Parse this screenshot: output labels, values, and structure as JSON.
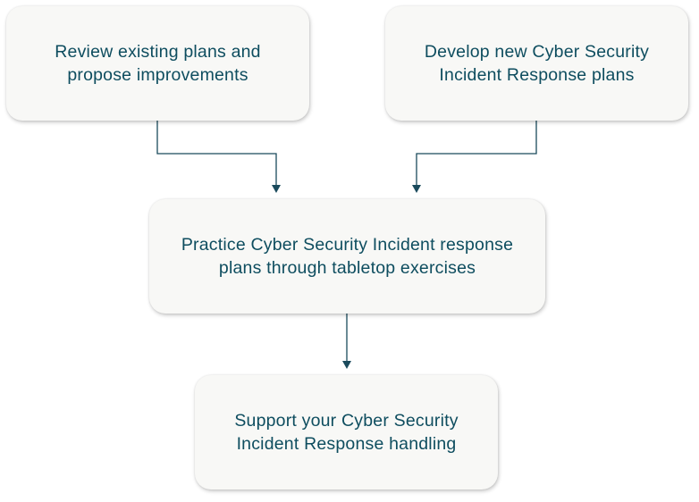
{
  "diagram": {
    "nodes": {
      "review": "Review existing plans and\npropose improvements",
      "develop": "Develop new Cyber Security\nIncident Response plans",
      "practice": "Practice Cyber Security Incident response\nplans through tabletop exercises",
      "support": "Support your Cyber Security\nIncident Response handling"
    },
    "edges": [
      {
        "from": "review",
        "to": "practice"
      },
      {
        "from": "develop",
        "to": "practice"
      },
      {
        "from": "practice",
        "to": "support"
      }
    ],
    "colors": {
      "text": "#0e4d5f",
      "connector": "#1a4a5c",
      "box_fill": "#f8f8f6"
    }
  }
}
